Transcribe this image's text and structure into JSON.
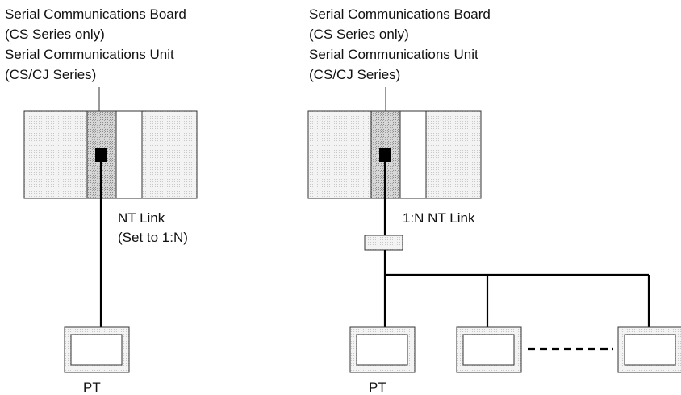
{
  "left": {
    "labels": [
      "Serial Communications Board",
      "(CS Series only)",
      "Serial Communications Unit",
      "(CS/CJ Series)"
    ],
    "link_label": [
      "NT Link",
      "(Set to 1:N)"
    ],
    "pt_label": "PT"
  },
  "right": {
    "labels": [
      "Serial Communications Board",
      "(CS Series only)",
      "Serial Communications Unit",
      "(CS/CJ Series)"
    ],
    "link_label": "1:N NT Link",
    "pt_label": "PT"
  },
  "colors": {
    "line": "#000000",
    "plc_fill": "#f0f0f0",
    "board_fill": "#d8d8d8"
  }
}
